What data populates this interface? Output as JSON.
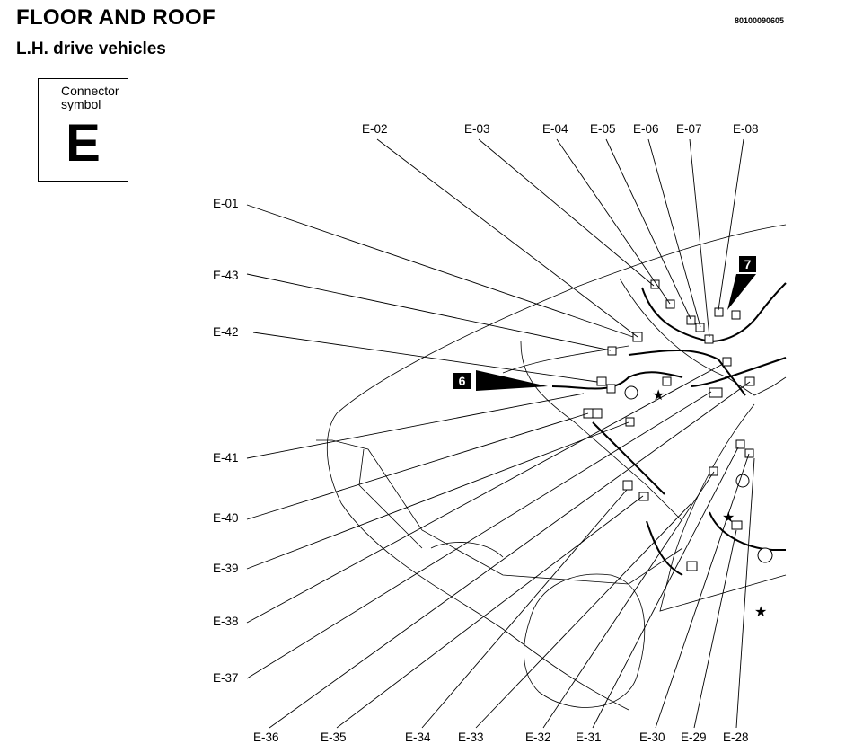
{
  "header": {
    "title": "FLOOR AND ROOF",
    "subtitle": "L.H. drive vehicles",
    "code": "80100090605"
  },
  "connector_symbol": {
    "label": "Connector symbol",
    "letter": "E"
  },
  "markers": [
    "6",
    "7"
  ],
  "labels": {
    "top": [
      "E-02",
      "E-03",
      "E-04",
      "E-05",
      "E-06",
      "E-07",
      "E-08"
    ],
    "left": [
      "E-01",
      "E-43",
      "E-42",
      "E-41",
      "E-40",
      "E-39",
      "E-38",
      "E-37"
    ],
    "bottom": [
      "E-36",
      "E-35",
      "E-34",
      "E-33",
      "E-32",
      "E-31",
      "E-30",
      "E-29",
      "E-28"
    ]
  }
}
